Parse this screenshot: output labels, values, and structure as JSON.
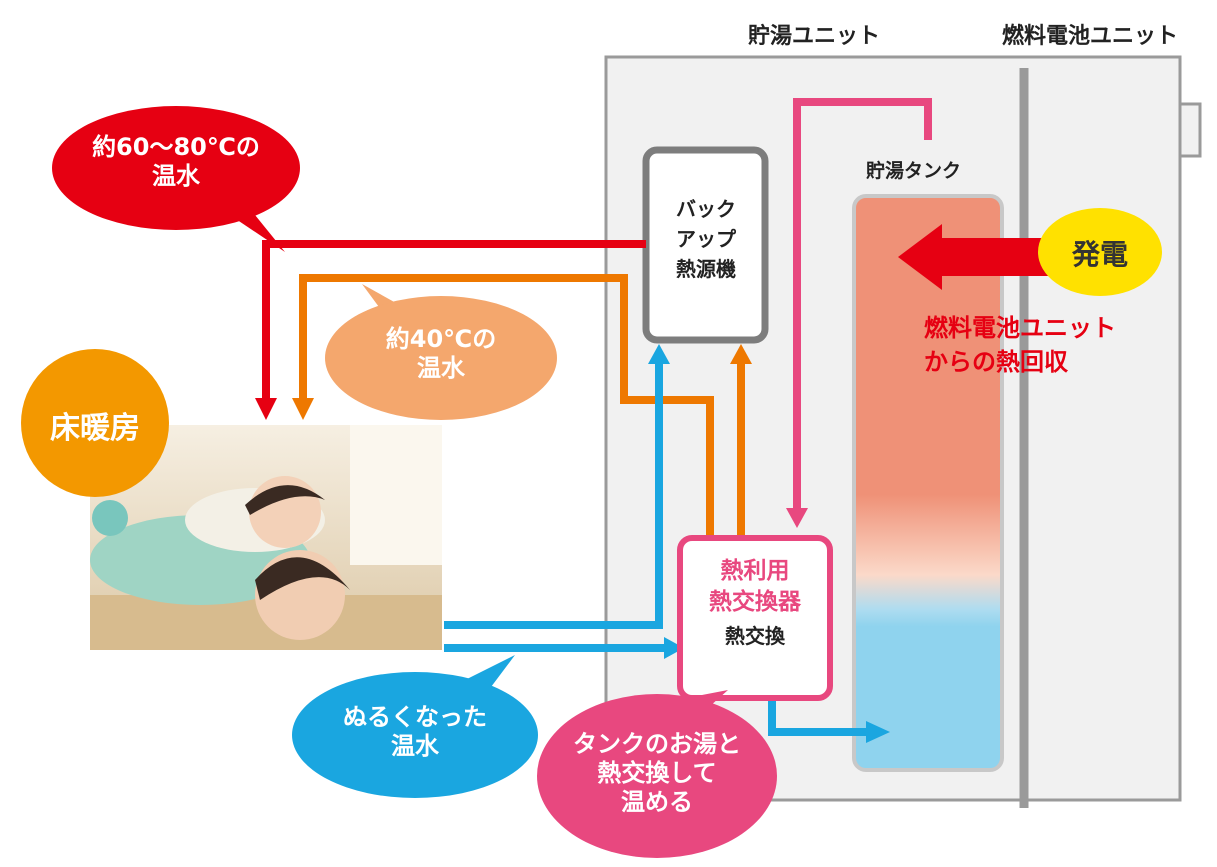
{
  "units": {
    "storage_unit": "貯湯ユニット",
    "fuel_cell_unit": "燃料電池ユニット"
  },
  "backup_heater": {
    "line1": "バック",
    "line2": "アップ",
    "line3": "熱源機"
  },
  "tank": {
    "label": "貯湯タンク"
  },
  "heat_exchanger": {
    "line1": "熱利用",
    "line2": "熱交換器",
    "line3": "熱交換"
  },
  "generation": {
    "badge": "発電",
    "recovery_line1": "燃料電池ユニット",
    "recovery_line2": "からの熱回収"
  },
  "bubbles": {
    "hot_water": {
      "line1": "約60～80℃の",
      "line2": "温水"
    },
    "warm_water": {
      "line1": "約40℃の",
      "line2": "温水"
    },
    "cooled_water": {
      "line1": "ぬるくなった",
      "line2": "温水"
    },
    "heat_exchange": {
      "line1": "タンクのお湯と",
      "line2": "熱交換して",
      "line3": "温める"
    }
  },
  "floor_heating": {
    "label": "床暖房"
  },
  "colors": {
    "red": "#e60012",
    "orange": "#ee7800",
    "blue": "#1aa6e0",
    "pink": "#e8487f",
    "yellow": "#ffe100",
    "bubble_orange": "#f4a76d",
    "badge_orange": "#f39800"
  }
}
